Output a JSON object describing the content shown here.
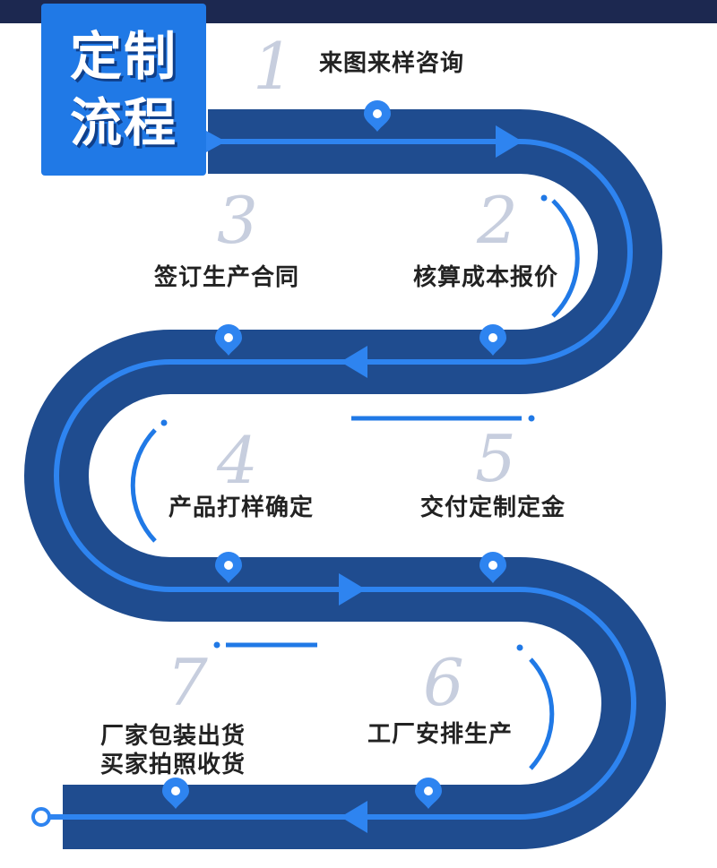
{
  "title_line1": "定制",
  "title_line2": "流程",
  "colors": {
    "track": "#1f4c8f",
    "line": "#2e84f0",
    "accent": "#2079e6",
    "number": "#c7cede",
    "text": "#222222",
    "topbar": "#1c2850"
  },
  "steps": [
    {
      "number": "1",
      "label": "来图来样咨询"
    },
    {
      "number": "2",
      "label": "核算成本报价"
    },
    {
      "number": "3",
      "label": "签订生产合同"
    },
    {
      "number": "4",
      "label": "产品打样确定"
    },
    {
      "number": "5",
      "label": "交付定制定金"
    },
    {
      "number": "6",
      "label": "工厂安排生产"
    },
    {
      "number": "7",
      "label_line1": "厂家包装出货",
      "label_line2": "买家拍照收货"
    }
  ]
}
